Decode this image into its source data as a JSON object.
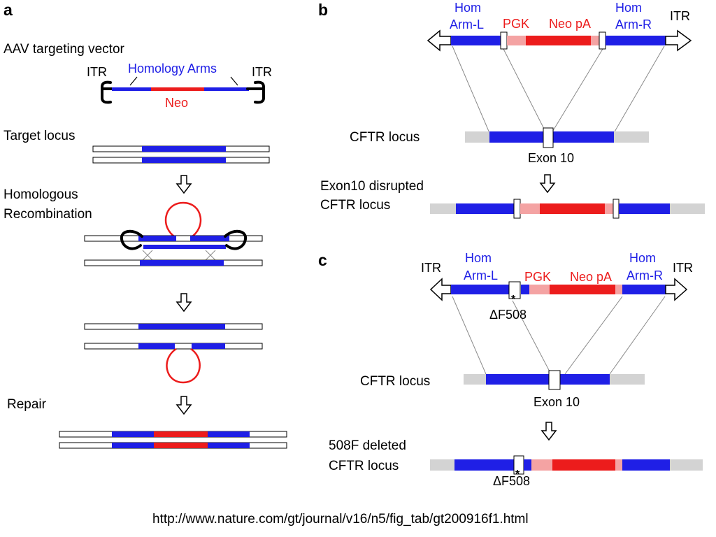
{
  "panel_a": {
    "label": "a",
    "vector_title": "AAV targeting vector",
    "itr_left": "ITR",
    "itr_right": "ITR",
    "homology_arms": "Homology Arms",
    "neo": "Neo",
    "target_locus": "Target locus",
    "step_recombination": [
      "Homologous",
      "Recombination"
    ],
    "step_repair": "Repair"
  },
  "panel_b": {
    "label": "b",
    "vector": {
      "hom_left": [
        "Hom",
        "Arm-L"
      ],
      "promoter": "PGK",
      "neo_pa": "Neo pA",
      "hom_right": [
        "Hom",
        "Arm-R"
      ],
      "itr_right": "ITR"
    },
    "locus_label": "CFTR locus",
    "exon_label": "Exon 10",
    "result_label": [
      "Exon10 disrupted",
      "CFTR locus"
    ]
  },
  "panel_c": {
    "label": "c",
    "vector": {
      "itr_left": "ITR",
      "hom_left": [
        "Hom",
        "Arm-L"
      ],
      "promoter": "PGK",
      "neo_pa": "Neo pA",
      "hom_right": [
        "Hom",
        "Arm-R"
      ],
      "itr_right": "ITR",
      "mutation": "ΔF508",
      "mutation_mark": "*"
    },
    "locus_label": "CFTR locus",
    "exon_label": "Exon 10",
    "result_label": [
      "508F deleted",
      "CFTR locus"
    ],
    "result_mutation": "ΔF508",
    "result_mutation_mark": "*"
  },
  "source_url": "http://www.nature.com/gt/journal/v16/n5/fig_tab/gt200916f1.html",
  "colors": {
    "homology": "#1f1fe6",
    "neo": "#ec1c1c",
    "promoter_pa": "#f4a3a3",
    "flank": "#d3d3d3",
    "locus": "#ffffff"
  }
}
